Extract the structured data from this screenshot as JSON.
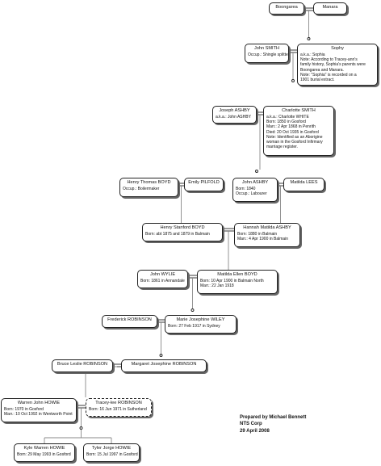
{
  "people": [
    {
      "id": "boongarea",
      "name": "Boongarea",
      "lines": []
    },
    {
      "id": "manara",
      "name": "Manara",
      "lines": []
    },
    {
      "id": "john-smith",
      "name": "John SMITH",
      "lines": [
        "Occup.: Shingle splitter"
      ]
    },
    {
      "id": "sophy",
      "name": "Sophy",
      "lines": [
        "a.k.a.: Sophia",
        "Note: According to Tracey-ann's",
        "family history, Sophia's parents were",
        "Boongarea and Manara.",
        "Note: \"Sophia\" is recorded on a",
        "1901 burial extract."
      ]
    },
    {
      "id": "joseph-ashby",
      "name": "Joseph ASHBY",
      "lines": [
        "a.k.a.: John ASHBY"
      ]
    },
    {
      "id": "charlotte-smith",
      "name": "Charlotte SMITH",
      "lines": [
        "a.k.a.: Charlotte WHITE",
        "Born: 1850 in Gosford",
        "Marr.: 2 Apr 1868 in Penrith",
        "Died: 20 Oct 1935 in Gosford",
        "Note: Identified as an Aborigine",
        "woman in the Gosford Infirmary",
        "marriage register."
      ]
    },
    {
      "id": "henry-thomas-boyd",
      "name": "Henry Thomas BOYD",
      "lines": [
        "Occup.: Boilermaker"
      ]
    },
    {
      "id": "emily-pilfold",
      "name": "Emily PILFOLD",
      "lines": []
    },
    {
      "id": "john-ashby",
      "name": "John ASHBY",
      "lines": [
        "Born: 1840",
        "Occup.: Labourer"
      ]
    },
    {
      "id": "matilda-lees",
      "name": "Matilda LEES",
      "lines": []
    },
    {
      "id": "henry-stanford-boyd",
      "name": "Henry Stanford BOYD",
      "lines": [
        "Born: abt 1875 and 1879 in Balmain"
      ]
    },
    {
      "id": "hannah-matilda-ashby",
      "name": "Hannah Matilda ASHBY",
      "lines": [
        "Born: 1880 in Balmain",
        "Marr.: 4 Apr 1900 in Balmain"
      ]
    },
    {
      "id": "john-wylie",
      "name": "John WYLIE",
      "lines": [
        "Born: 1861 in Annandale"
      ]
    },
    {
      "id": "matilda-ellen-boyd",
      "name": "Matilda Ellen BOYD",
      "lines": [
        "Born: 10 Apr 1900 in Balmain North",
        "Marr.: 22 Jan 1918"
      ]
    },
    {
      "id": "frederick-robinson",
      "name": "Frederick ROBINSON",
      "lines": []
    },
    {
      "id": "marie-josephine-wiley",
      "name": "Marie Josephine WILEY",
      "lines": [
        "Born: 27 Feb 1917 in Sydney"
      ]
    },
    {
      "id": "bruce-leslie-robinson",
      "name": "Bruce Leslie ROBINSON",
      "lines": []
    },
    {
      "id": "margaret-josephine-robinson",
      "name": "Margaret Josephine ROBINSON",
      "lines": []
    },
    {
      "id": "warren-john-howie",
      "name": "Warren John HOWIE",
      "lines": [
        "Born: 1970 in Gosford",
        "Marr.: 10 Oct 1992 in Wentworth Point"
      ]
    },
    {
      "id": "tracey-lee-robinson",
      "name": "Tracey-lee ROBINSON",
      "lines": [
        "Born: 16 Jun 1971 in Sutherland"
      ]
    },
    {
      "id": "kyle-warren-howie",
      "name": "Kyle Warren HOWIE",
      "lines": [
        "Born: 29 May 1993 in Gosford"
      ]
    },
    {
      "id": "tyler-jorge-howie",
      "name": "Tyler Jorge HOWIE",
      "lines": [
        "Born: 15 Jul 1997 in Gosford"
      ]
    }
  ],
  "credit": {
    "line1": "Prepared by Michael Bennett",
    "line2": "NTS Corp",
    "line3": "29 April 2008"
  }
}
